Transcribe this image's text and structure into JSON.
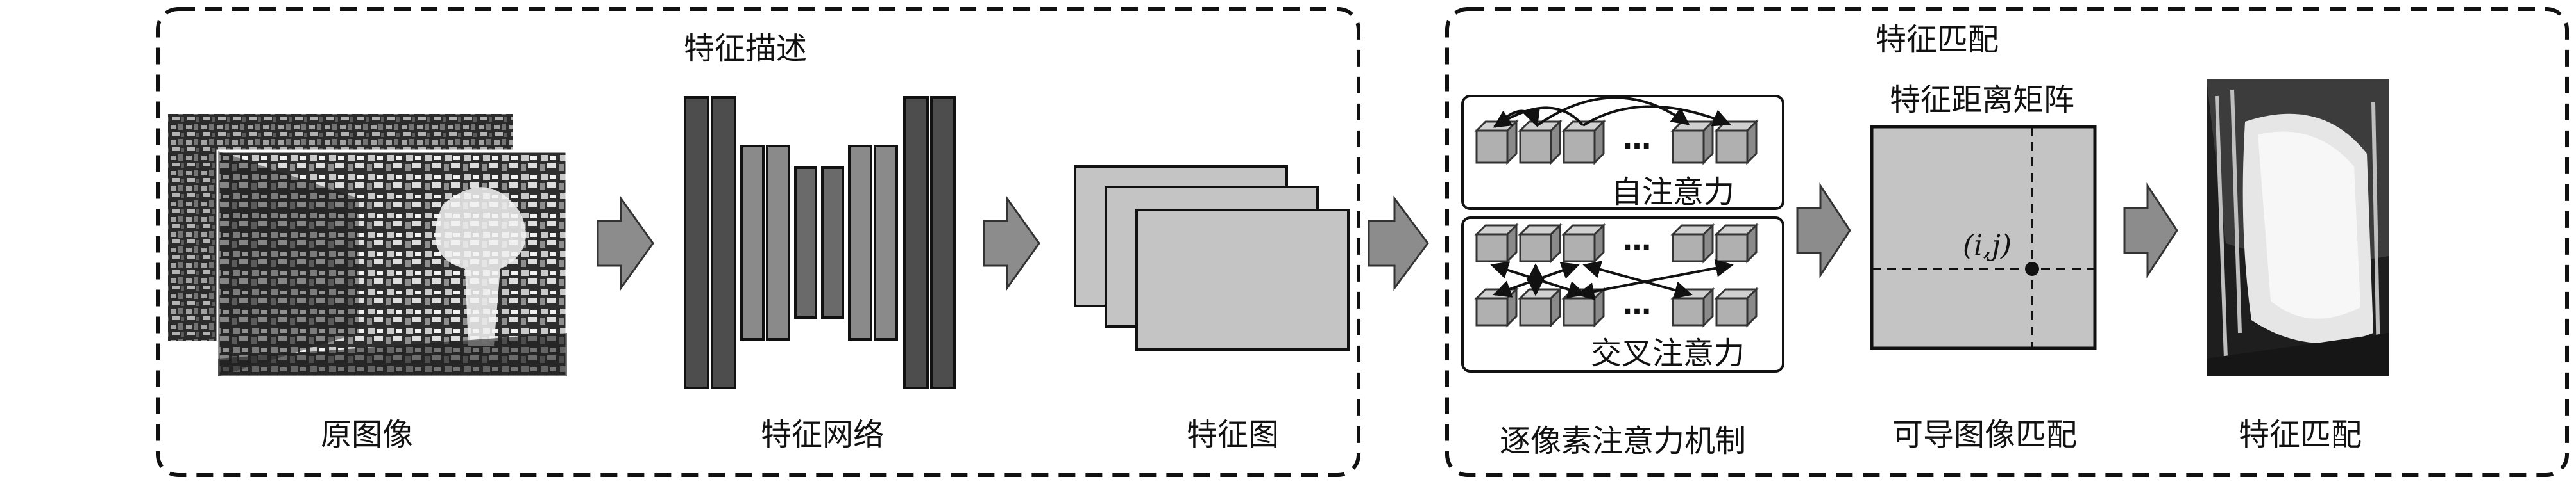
{
  "groups": {
    "description": {
      "title": "特征描述"
    },
    "matching": {
      "title": "特征匹配"
    }
  },
  "labels": {
    "original_image": "原图像",
    "feature_network": "特征网络",
    "feature_map": "特征图",
    "pixelwise_attention": "逐像素注意力机制",
    "differentiable_matching": "可导图像匹配",
    "matching_result": "特征匹配"
  },
  "attention": {
    "self_label": "自注意力",
    "cross_label": "交叉注意力",
    "ellipsis": "…"
  },
  "distance_matrix": {
    "title": "特征距离矩阵",
    "point_label": "(i,j)"
  },
  "colors": {
    "block_dark": "#4d4d4d",
    "block_mid": "#8a8a8a",
    "panel_fill": "#c4c4c4",
    "arrow_fill": "#8c8c8c",
    "cube_fill": "#b0b0b0"
  }
}
